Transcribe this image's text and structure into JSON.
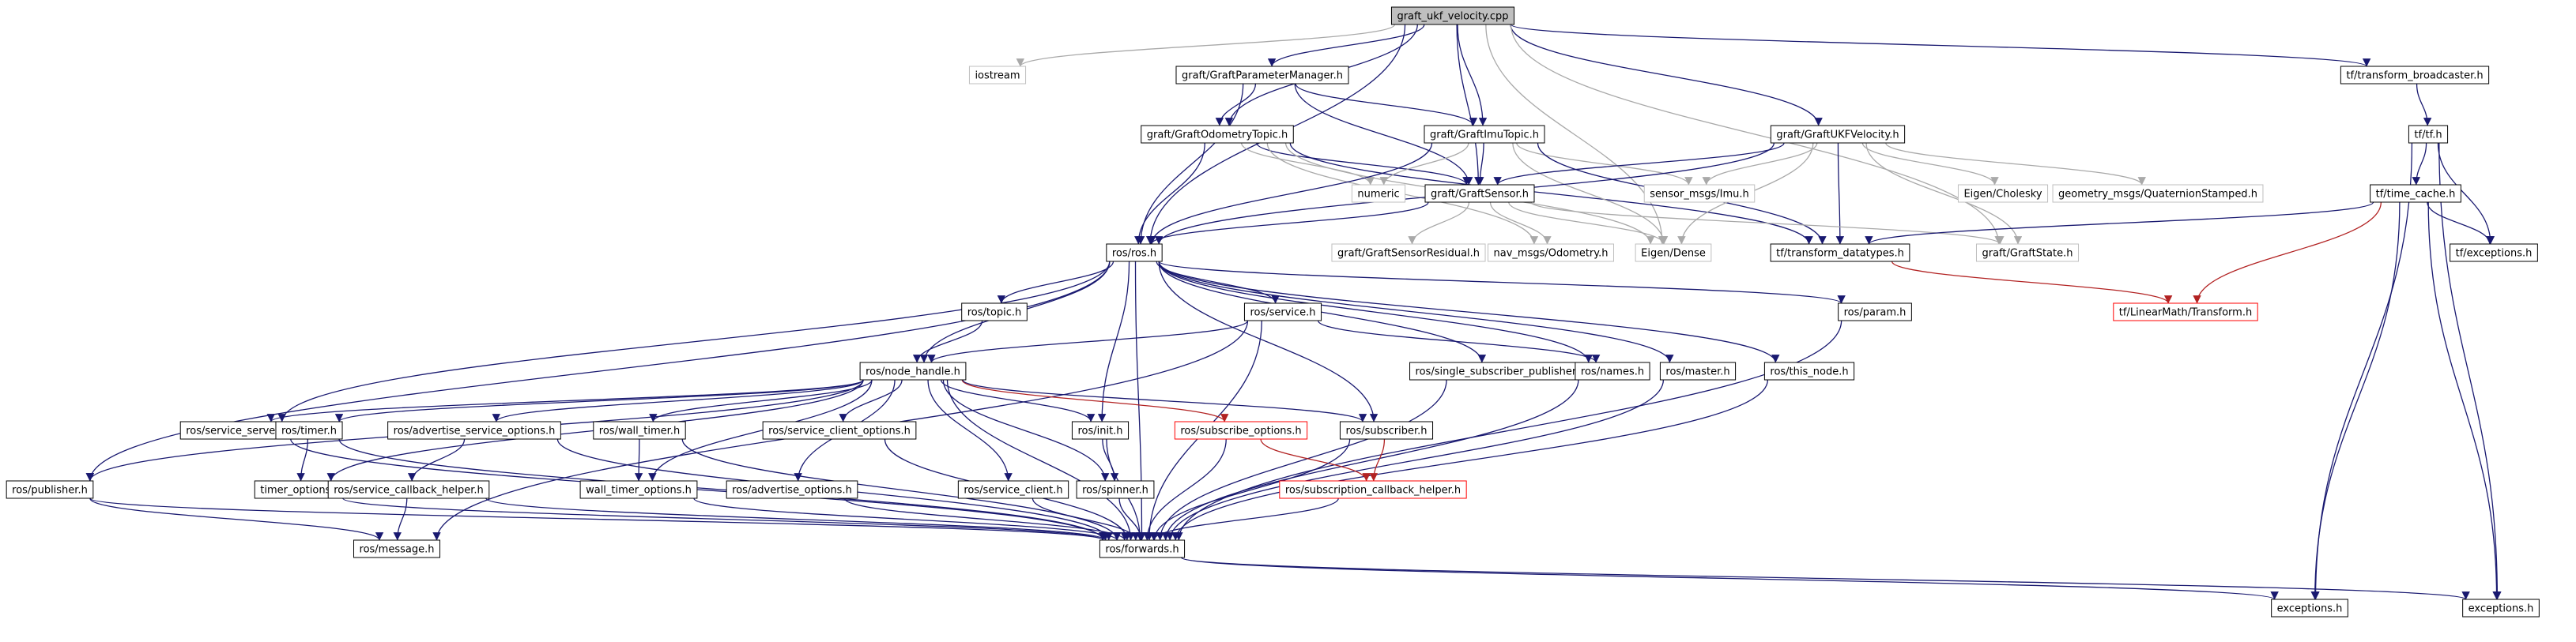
{
  "colors": {
    "edge_default": "#191970",
    "edge_external": "#a9a9a9",
    "edge_missing": "#b22222",
    "node_border": "#000000",
    "node_external_border": "#bfbfbf",
    "node_missing_border": "#ff0000",
    "root_fill": "#bfbfbf",
    "node_fill": "#ffffff",
    "text_default": "#000000",
    "text_external": "#606060",
    "text_missing": "#ff0000"
  },
  "nodes": [
    {
      "id": "root",
      "label": "graft_ukf_velocity.cpp",
      "kind": "root"
    },
    {
      "id": "iostream",
      "label": "iostream",
      "kind": "external"
    },
    {
      "id": "gpm",
      "label": "graft/GraftParameterManager.h",
      "kind": "normal"
    },
    {
      "id": "tfb",
      "label": "tf/transform_broadcaster.h",
      "kind": "normal"
    },
    {
      "id": "godom",
      "label": "graft/GraftOdometryTopic.h",
      "kind": "normal"
    },
    {
      "id": "gimu",
      "label": "graft/GraftImuTopic.h",
      "kind": "normal"
    },
    {
      "id": "gukf",
      "label": "graft/GraftUKFVelocity.h",
      "kind": "normal"
    },
    {
      "id": "tfh",
      "label": "tf/tf.h",
      "kind": "normal"
    },
    {
      "id": "numeric",
      "label": "numeric",
      "kind": "external"
    },
    {
      "id": "gsensor",
      "label": "graft/GraftSensor.h",
      "kind": "normal"
    },
    {
      "id": "imu",
      "label": "sensor_msgs/Imu.h",
      "kind": "external"
    },
    {
      "id": "chol",
      "label": "Eigen/Cholesky",
      "kind": "external"
    },
    {
      "id": "quat",
      "label": "geometry_msgs/QuaternionStamped.h",
      "kind": "external"
    },
    {
      "id": "tcache",
      "label": "tf/time_cache.h",
      "kind": "normal"
    },
    {
      "id": "rosh",
      "label": "ros/ros.h",
      "kind": "normal"
    },
    {
      "id": "gresid",
      "label": "graft/GraftSensorResidual.h",
      "kind": "external"
    },
    {
      "id": "navodom",
      "label": "nav_msgs/Odometry.h",
      "kind": "external"
    },
    {
      "id": "dense",
      "label": "Eigen/Dense",
      "kind": "external"
    },
    {
      "id": "tfdt",
      "label": "tf/transform_datatypes.h",
      "kind": "normal"
    },
    {
      "id": "gstate",
      "label": "graft/GraftState.h",
      "kind": "external"
    },
    {
      "id": "tfexc",
      "label": "tf/exceptions.h",
      "kind": "normal"
    },
    {
      "id": "topic",
      "label": "ros/topic.h",
      "kind": "normal"
    },
    {
      "id": "service",
      "label": "ros/service.h",
      "kind": "normal"
    },
    {
      "id": "param",
      "label": "ros/param.h",
      "kind": "normal"
    },
    {
      "id": "lmtrans",
      "label": "tf/LinearMath/Transform.h",
      "kind": "missing"
    },
    {
      "id": "nodeh",
      "label": "ros/node_handle.h",
      "kind": "normal"
    },
    {
      "id": "ssp",
      "label": "ros/single_subscriber_publisher.h",
      "kind": "normal"
    },
    {
      "id": "names",
      "label": "ros/names.h",
      "kind": "normal"
    },
    {
      "id": "master",
      "label": "ros/master.h",
      "kind": "normal"
    },
    {
      "id": "thisnode",
      "label": "ros/this_node.h",
      "kind": "normal"
    },
    {
      "id": "sserver",
      "label": "ros/service_server.h",
      "kind": "normal"
    },
    {
      "id": "timer",
      "label": "ros/timer.h",
      "kind": "normal"
    },
    {
      "id": "aso",
      "label": "ros/advertise_service_options.h",
      "kind": "normal"
    },
    {
      "id": "walltimer",
      "label": "ros/wall_timer.h",
      "kind": "normal"
    },
    {
      "id": "sco",
      "label": "ros/service_client_options.h",
      "kind": "normal"
    },
    {
      "id": "init",
      "label": "ros/init.h",
      "kind": "normal"
    },
    {
      "id": "subopt",
      "label": "ros/subscribe_options.h",
      "kind": "missing"
    },
    {
      "id": "subscriber",
      "label": "ros/subscriber.h",
      "kind": "normal"
    },
    {
      "id": "publisher",
      "label": "ros/publisher.h",
      "kind": "normal"
    },
    {
      "id": "timeropt",
      "label": "timer_options.h",
      "kind": "normal"
    },
    {
      "id": "scbh",
      "label": "ros/service_callback_helper.h",
      "kind": "normal"
    },
    {
      "id": "wto",
      "label": "wall_timer_options.h",
      "kind": "normal"
    },
    {
      "id": "advopt",
      "label": "ros/advertise_options.h",
      "kind": "normal"
    },
    {
      "id": "sclient",
      "label": "ros/service_client.h",
      "kind": "normal"
    },
    {
      "id": "spinner",
      "label": "ros/spinner.h",
      "kind": "normal"
    },
    {
      "id": "subcbh",
      "label": "ros/subscription_callback_helper.h",
      "kind": "missing"
    },
    {
      "id": "message",
      "label": "ros/message.h",
      "kind": "normal"
    },
    {
      "id": "forwards",
      "label": "ros/forwards.h",
      "kind": "normal"
    },
    {
      "id": "exc1",
      "label": "exceptions.h",
      "kind": "normal"
    },
    {
      "id": "exc2",
      "label": "exceptions.h",
      "kind": "normal"
    }
  ],
  "edges": [
    [
      "root",
      "iostream"
    ],
    [
      "root",
      "gpm"
    ],
    [
      "root",
      "tfb"
    ],
    [
      "root",
      "godom"
    ],
    [
      "root",
      "gimu"
    ],
    [
      "root",
      "gukf"
    ],
    [
      "root",
      "gsensor"
    ],
    [
      "root",
      "rosh"
    ],
    [
      "root",
      "dense"
    ],
    [
      "root",
      "gstate"
    ],
    [
      "gpm",
      "godom"
    ],
    [
      "gpm",
      "gimu"
    ],
    [
      "gpm",
      "gsensor"
    ],
    [
      "gpm",
      "rosh"
    ],
    [
      "tfb",
      "tfh"
    ],
    [
      "godom",
      "numeric"
    ],
    [
      "godom",
      "gsensor"
    ],
    [
      "godom",
      "rosh"
    ],
    [
      "godom",
      "navodom"
    ],
    [
      "godom",
      "dense"
    ],
    [
      "godom",
      "tfdt"
    ],
    [
      "gimu",
      "numeric"
    ],
    [
      "gimu",
      "gsensor"
    ],
    [
      "gimu",
      "imu"
    ],
    [
      "gimu",
      "rosh"
    ],
    [
      "gimu",
      "dense"
    ],
    [
      "gimu",
      "tfdt"
    ],
    [
      "gukf",
      "gsensor"
    ],
    [
      "gukf",
      "imu"
    ],
    [
      "gukf",
      "chol"
    ],
    [
      "gukf",
      "quat"
    ],
    [
      "gukf",
      "rosh"
    ],
    [
      "gukf",
      "dense"
    ],
    [
      "gukf",
      "tfdt"
    ],
    [
      "gukf",
      "gstate"
    ],
    [
      "tfh",
      "tcache"
    ],
    [
      "tfh",
      "tfexc"
    ],
    [
      "tfh",
      "exc1"
    ],
    [
      "tfh",
      "exc2"
    ],
    [
      "gsensor",
      "rosh"
    ],
    [
      "gsensor",
      "gresid"
    ],
    [
      "gsensor",
      "navodom"
    ],
    [
      "gsensor",
      "dense"
    ],
    [
      "gsensor",
      "gstate"
    ],
    [
      "tcache",
      "tfdt"
    ],
    [
      "tcache",
      "tfexc"
    ],
    [
      "tcache",
      "lmtrans"
    ],
    [
      "tcache",
      "exc1"
    ],
    [
      "tcache",
      "exc2"
    ],
    [
      "tfdt",
      "lmtrans"
    ],
    [
      "rosh",
      "topic"
    ],
    [
      "rosh",
      "service"
    ],
    [
      "rosh",
      "param"
    ],
    [
      "rosh",
      "nodeh"
    ],
    [
      "rosh",
      "ssp"
    ],
    [
      "rosh",
      "names"
    ],
    [
      "rosh",
      "master"
    ],
    [
      "rosh",
      "thisnode"
    ],
    [
      "rosh",
      "sserver"
    ],
    [
      "rosh",
      "init"
    ],
    [
      "rosh",
      "subscriber"
    ],
    [
      "rosh",
      "publisher"
    ],
    [
      "rosh",
      "forwards"
    ],
    [
      "topic",
      "nodeh"
    ],
    [
      "service",
      "nodeh"
    ],
    [
      "service",
      "names"
    ],
    [
      "service",
      "forwards"
    ],
    [
      "service",
      "message"
    ],
    [
      "param",
      "forwards"
    ],
    [
      "nodeh",
      "sserver"
    ],
    [
      "nodeh",
      "timer"
    ],
    [
      "nodeh",
      "aso"
    ],
    [
      "nodeh",
      "walltimer"
    ],
    [
      "nodeh",
      "sco"
    ],
    [
      "nodeh",
      "init"
    ],
    [
      "nodeh",
      "subopt"
    ],
    [
      "nodeh",
      "subscriber"
    ],
    [
      "nodeh",
      "publisher"
    ],
    [
      "nodeh",
      "timeropt"
    ],
    [
      "nodeh",
      "wto"
    ],
    [
      "nodeh",
      "advopt"
    ],
    [
      "nodeh",
      "sclient"
    ],
    [
      "nodeh",
      "spinner"
    ],
    [
      "nodeh",
      "forwards"
    ],
    [
      "ssp",
      "forwards"
    ],
    [
      "names",
      "forwards"
    ],
    [
      "master",
      "forwards"
    ],
    [
      "thisnode",
      "forwards"
    ],
    [
      "sserver",
      "forwards"
    ],
    [
      "timer",
      "timeropt"
    ],
    [
      "timer",
      "forwards"
    ],
    [
      "aso",
      "scbh"
    ],
    [
      "aso",
      "forwards"
    ],
    [
      "walltimer",
      "wto"
    ],
    [
      "walltimer",
      "forwards"
    ],
    [
      "sco",
      "forwards"
    ],
    [
      "init",
      "spinner"
    ],
    [
      "init",
      "forwards"
    ],
    [
      "subopt",
      "subcbh"
    ],
    [
      "subopt",
      "forwards"
    ],
    [
      "subscriber",
      "subcbh"
    ],
    [
      "subscriber",
      "forwards"
    ],
    [
      "publisher",
      "message"
    ],
    [
      "publisher",
      "forwards"
    ],
    [
      "timeropt",
      "forwards"
    ],
    [
      "scbh",
      "message"
    ],
    [
      "scbh",
      "forwards"
    ],
    [
      "wto",
      "forwards"
    ],
    [
      "advopt",
      "forwards"
    ],
    [
      "sclient",
      "forwards"
    ],
    [
      "spinner",
      "forwards"
    ],
    [
      "subcbh",
      "forwards"
    ],
    [
      "forwards",
      "exc1"
    ],
    [
      "forwards",
      "exc2"
    ]
  ]
}
